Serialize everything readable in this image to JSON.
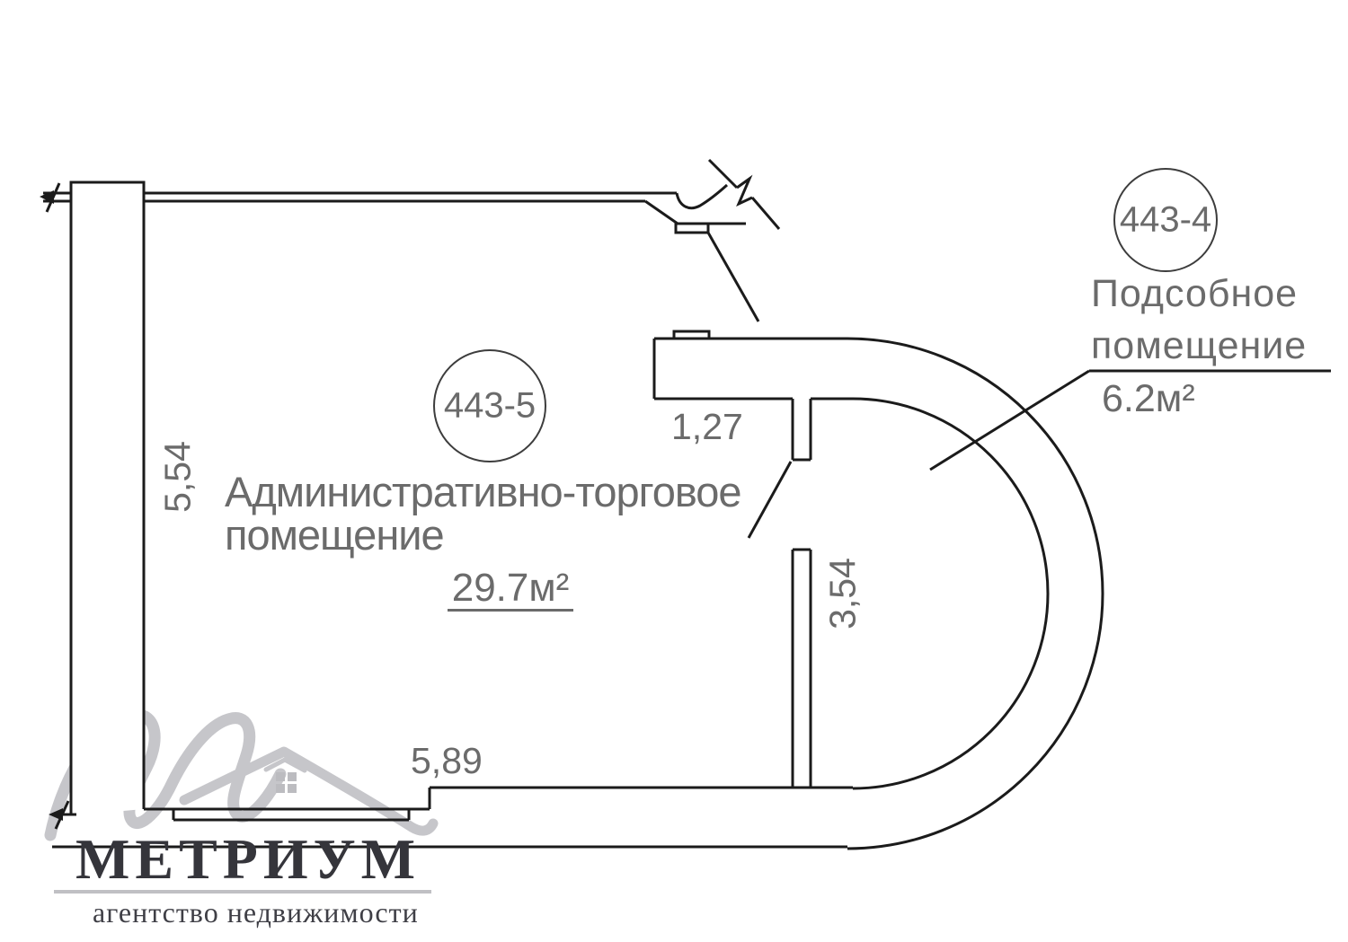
{
  "plan": {
    "room_main": {
      "unit_label": "443-5",
      "name_line1": "Административно-торговое",
      "name_line2": "помещение",
      "area": "29.7м²"
    },
    "room_utility": {
      "unit_label": "443-4",
      "name_line1": "Подсобное",
      "name_line2": "помещение",
      "area": "6.2м²"
    },
    "dimensions": {
      "left_wall": "5,54",
      "opening_width": "1,27",
      "partition_wall": "3,54",
      "bottom_wall": "5,89"
    }
  },
  "watermark": {
    "brand": "МЕТРИУМ",
    "tagline": "агентство недвижимости"
  },
  "colors": {
    "wall_line": "#1b1b1b",
    "label_gray": "#6b6b6b",
    "logo_dark": "#35353b",
    "logo_light": "#c6c6ca"
  }
}
